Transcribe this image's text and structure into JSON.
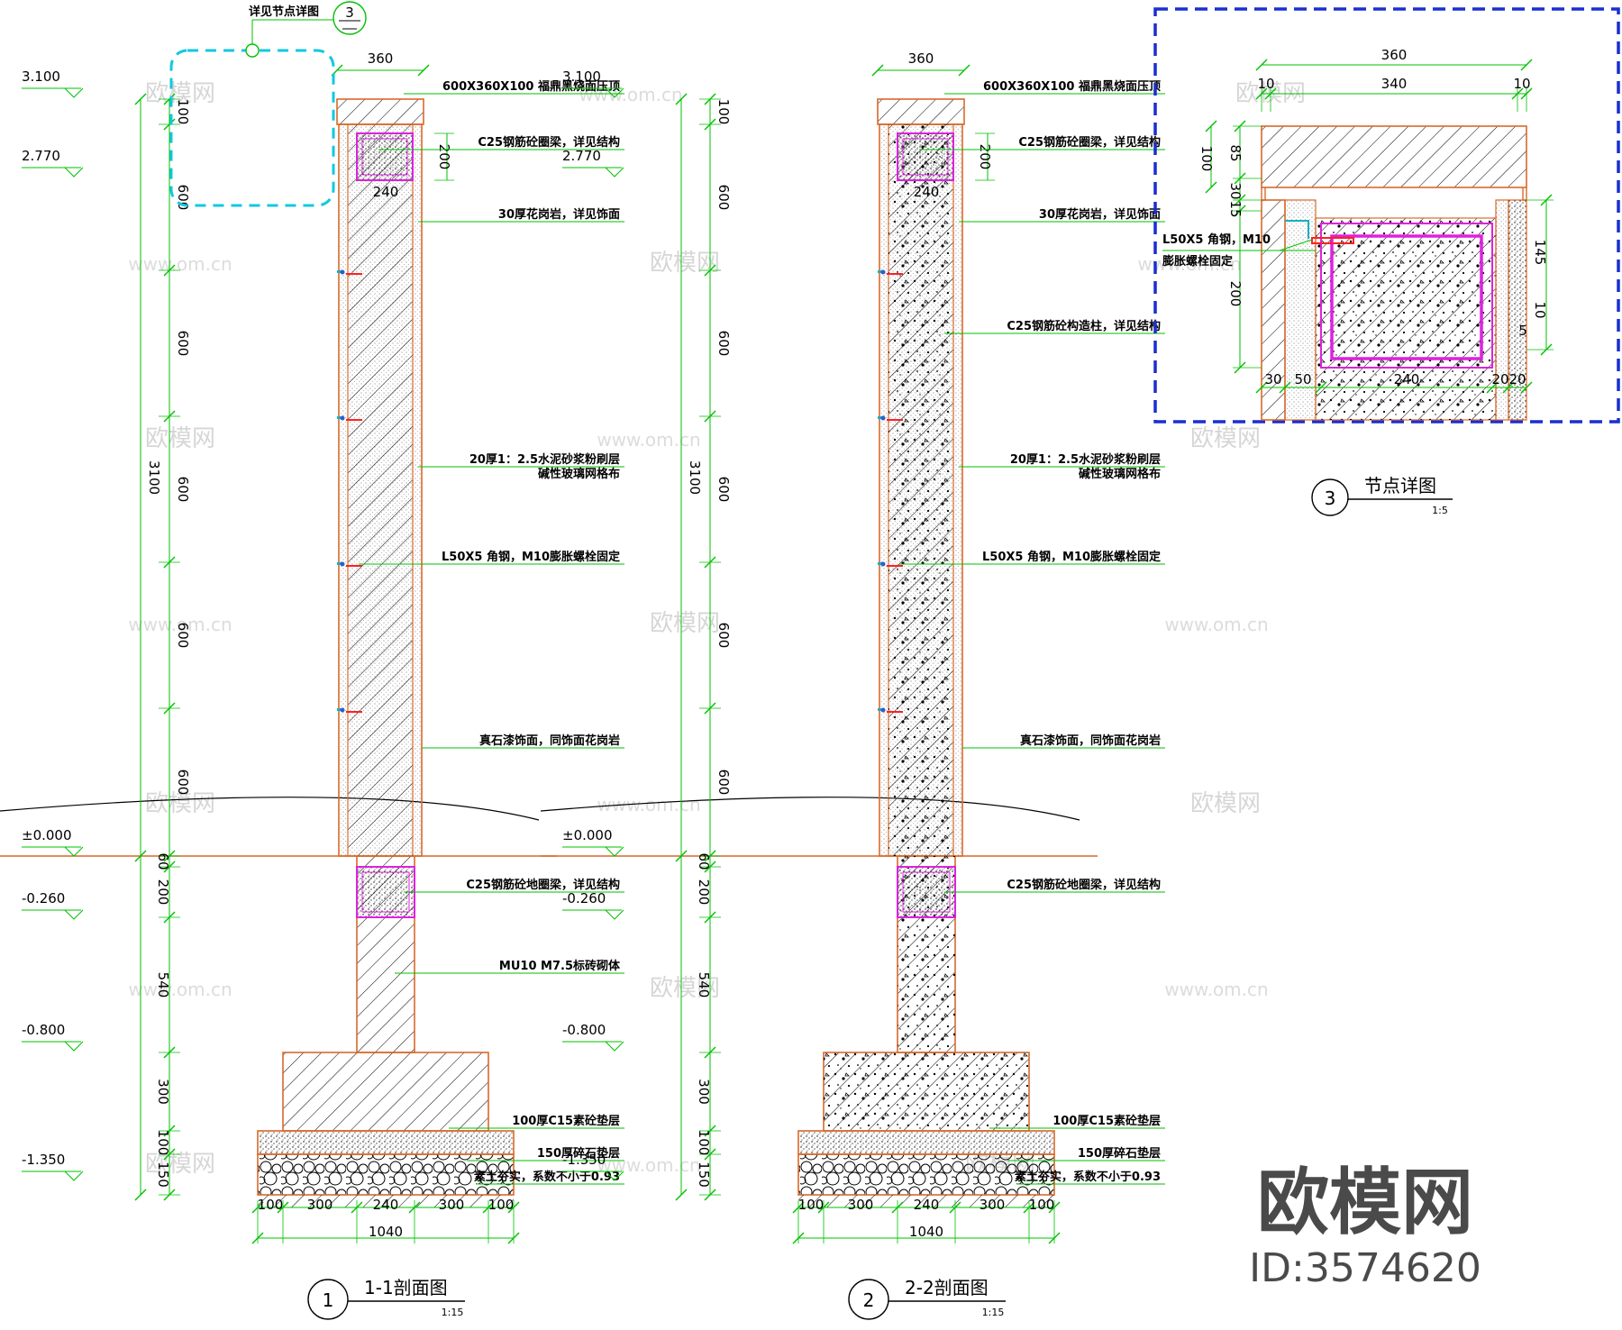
{
  "colors": {
    "dim": "#00c000",
    "outline": "#d9692a",
    "beam": "#e020e0",
    "detail_box": "#1a2fd0",
    "callout_box": "#12c8e0",
    "steel": "#ff2020"
  },
  "callout": {
    "label": "详见节点详图",
    "number": "3"
  },
  "sections": [
    {
      "title": "1-1剖面图",
      "number": "1",
      "scale": "1:15",
      "elevations": [
        "3.100",
        "2.770",
        "±0.000",
        "-0.260",
        "-0.800",
        "-1.350"
      ],
      "top_width": "360",
      "beam_width": "240",
      "beam_height": "200",
      "dims_vertical": [
        "100",
        "600",
        "600",
        "600",
        "600",
        "600",
        "3100",
        "60",
        "200",
        "540",
        "300",
        "100",
        "150"
      ],
      "dims_bottom": [
        "100",
        "300",
        "240",
        "300",
        "100"
      ],
      "dims_total": "1040",
      "notes": [
        "600X360X100  福鼎黑烧面压顶",
        "C25钢筋砼圈梁，详见结构",
        "30厚花岗岩，详见饰面",
        "20厚1：2.5水泥砂浆粉刷层",
        "碱性玻璃网格布",
        "L50X5  角钢，M10膨胀螺栓固定",
        "真石漆饰面，同饰面花岗岩",
        "C25钢筋砼地圈梁，详见结构",
        "MU10  M7.5标砖砌体",
        "100厚C15素砼垫层",
        "150厚碎石垫层",
        "素土夯实，系数不小于0.93"
      ]
    },
    {
      "title": "2-2剖面图",
      "number": "2",
      "scale": "1:15",
      "elevations": [
        "3.100",
        "2.770",
        "±0.000",
        "-0.260",
        "-0.800",
        "-1.350"
      ],
      "top_width": "360",
      "beam_width": "240",
      "beam_height": "200",
      "dims_vertical": [
        "100",
        "600",
        "600",
        "600",
        "600",
        "600",
        "3100",
        "60",
        "200",
        "540",
        "300",
        "100",
        "150"
      ],
      "dims_bottom": [
        "100",
        "300",
        "240",
        "300",
        "100"
      ],
      "dims_total": "1040",
      "notes": [
        "600X360X100  福鼎黑烧面压顶",
        "C25钢筋砼圈梁，详见结构",
        "30厚花岗岩，详见饰面",
        "C25钢筋砼构造柱，详见结构",
        "20厚1：2.5水泥砂浆粉刷层",
        "碱性玻璃网格布",
        "L50X5  角钢，M10膨胀螺栓固定",
        "真石漆饰面，同饰面花岗岩",
        "C25钢筋砼地圈梁，详见结构",
        "100厚C15素砼垫层",
        "150厚碎石垫层",
        "素土夯实，系数不小于0.93"
      ]
    }
  ],
  "detail": {
    "title": "节点详图",
    "number": "3",
    "scale": "1:5",
    "dims_top": [
      "360",
      "10",
      "340",
      "10"
    ],
    "dims_left": [
      "100",
      "85",
      "30",
      "15",
      "200"
    ],
    "dims_right": [
      "145",
      "10",
      "5"
    ],
    "dims_bottom": [
      "30",
      "50",
      "240",
      "20",
      "20"
    ],
    "note_line1": "L50X5  角钢，M10",
    "note_line2": "膨胀螺栓固定"
  },
  "watermark": {
    "site": "www.om.cn",
    "cn": "欧模网"
  },
  "brand": {
    "name": "欧模网",
    "id": "ID:3574620"
  }
}
